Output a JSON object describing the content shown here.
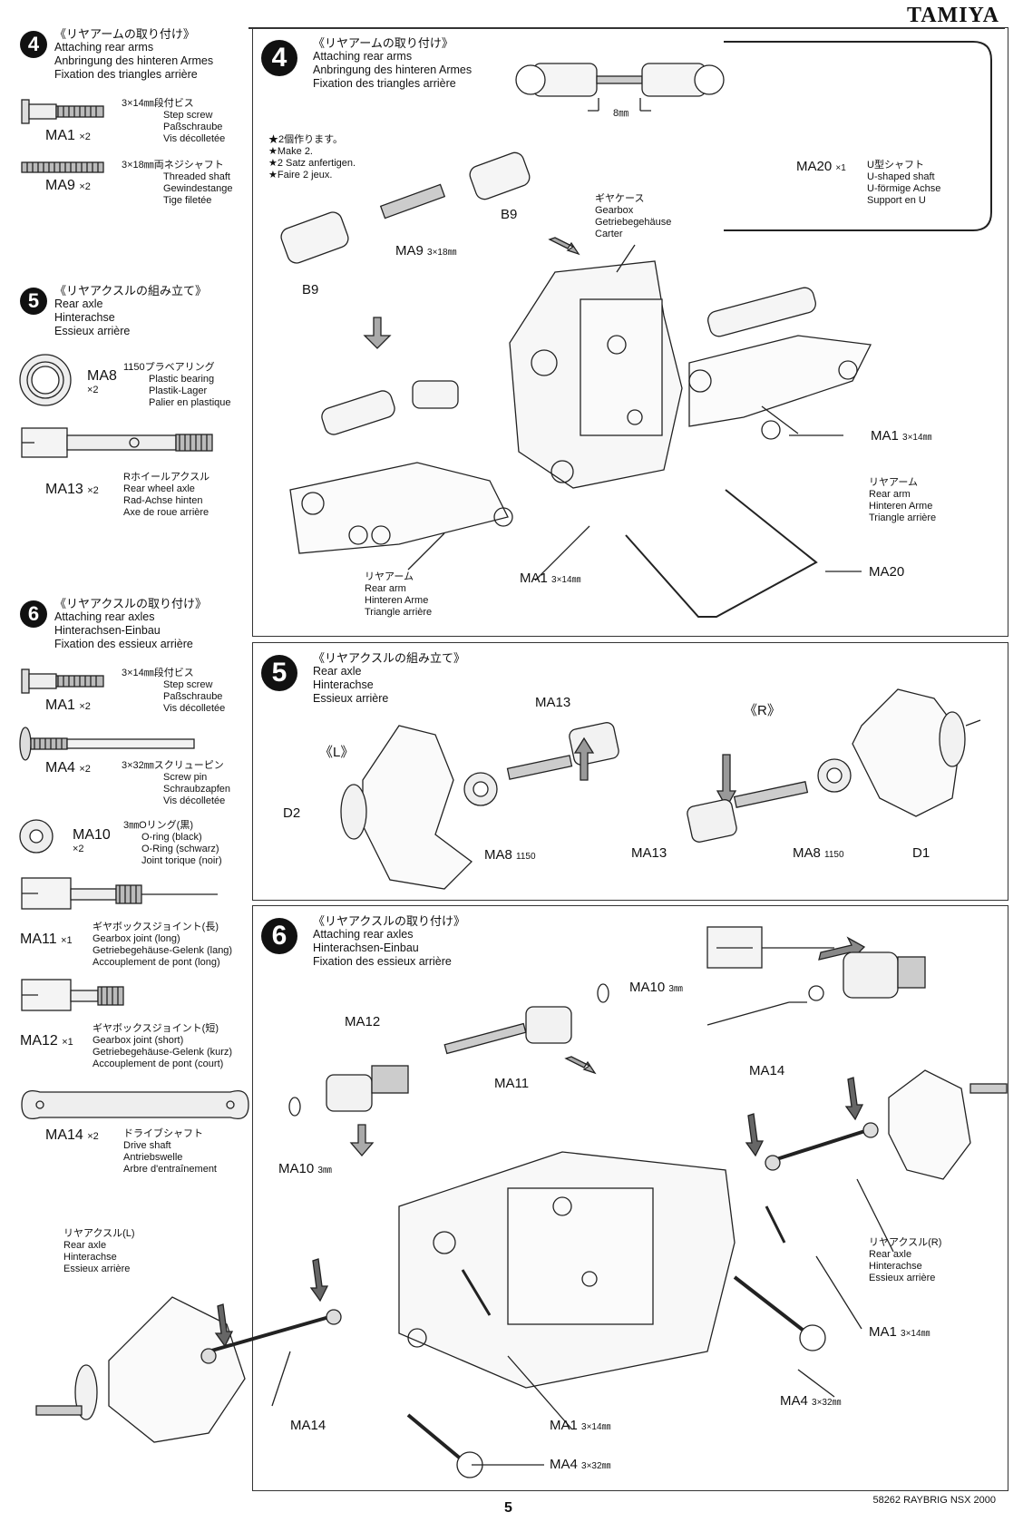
{
  "brand": "TAMIYA",
  "footer": {
    "page_number": "5",
    "model": "58262 RAYBRIG NSX 2000"
  },
  "sidebar": {
    "step4": {
      "number": "4",
      "title_jp": "《リヤアームの取り付け》",
      "title_en": "Attaching rear arms",
      "title_de": "Anbringung des hinteren Armes",
      "title_fr": "Fixation des triangles arrière",
      "parts": [
        {
          "code": "MA1",
          "qty": "×2",
          "jp": "3×14㎜段付ビス",
          "desc": [
            "Step screw",
            "Paßschraube",
            "Vis décolletée"
          ]
        },
        {
          "code": "MA9",
          "qty": "×2",
          "jp": "3×18㎜両ネジシャフト",
          "desc": [
            "Threaded shaft",
            "Gewindestange",
            "Tige filetée"
          ]
        }
      ]
    },
    "step5": {
      "number": "5",
      "title_jp": "《リヤアクスルの組み立て》",
      "title_en": "Rear axle",
      "title_de": "Hinterachse",
      "title_fr": "Essieux arrière",
      "parts": [
        {
          "code": "MA8",
          "qty": "×2",
          "jp": "1150プラベアリング",
          "desc": [
            "Plastic bearing",
            "Plastik-Lager",
            "Palier en plastique"
          ]
        },
        {
          "code": "MA13",
          "qty": "×2",
          "jp": "Rホイールアクスル",
          "desc": [
            "Rear wheel axle",
            "Rad-Achse hinten",
            "Axe de roue arrière"
          ]
        }
      ]
    },
    "step6": {
      "number": "6",
      "title_jp": "《リヤアクスルの取り付け》",
      "title_en": "Attaching rear axles",
      "title_de": "Hinterachsen-Einbau",
      "title_fr": "Fixation des essieux arrière",
      "parts": [
        {
          "code": "MA1",
          "qty": "×2",
          "jp": "3×14㎜段付ビス",
          "desc": [
            "Step screw",
            "Paßschraube",
            "Vis décolletée"
          ]
        },
        {
          "code": "MA4",
          "qty": "×2",
          "jp": "3×32㎜スクリューピン",
          "desc": [
            "Screw pin",
            "Schraubzapfen",
            "Vis décolletée"
          ]
        },
        {
          "code": "MA10",
          "qty": "×2",
          "jp": "3㎜Oリング(黒)",
          "desc": [
            "O-ring (black)",
            "O-Ring (schwarz)",
            "Joint torique (noir)"
          ]
        },
        {
          "code": "MA11",
          "qty": "×1",
          "jp": "ギヤボックスジョイント(長)",
          "desc": [
            "Gearbox joint (long)",
            "Getriebegehäuse-Gelenk (lang)",
            "Accouplement de pont (long)"
          ]
        },
        {
          "code": "MA12",
          "qty": "×1",
          "jp": "ギヤボックスジョイント(短)",
          "desc": [
            "Gearbox joint (short)",
            "Getriebegehäuse-Gelenk (kurz)",
            "Accouplement de pont (court)"
          ]
        },
        {
          "code": "MA14",
          "qty": "×2",
          "jp": "ドライブシャフト",
          "desc": [
            "Drive shaft",
            "Antriebswelle",
            "Arbre d'entraînement"
          ]
        }
      ],
      "rear_axle_l": [
        "リヤアクスル(L)",
        "Rear axle",
        "Hinterachse",
        "Essieux arrière"
      ]
    }
  },
  "panel4": {
    "number": "4",
    "title_jp": "《リヤアームの取り付け》",
    "title_en": "Attaching rear arms",
    "title_de": "Anbringung des hinteren Armes",
    "title_fr": "Fixation des triangles arrière",
    "note": [
      "★2個作ります。",
      "★Make 2.",
      "★2 Satz anfertigen.",
      "★Faire 2 jeux."
    ],
    "dim": "8㎜",
    "labels": {
      "b9_a": "B9",
      "b9_b": "B9",
      "ma9": "MA9",
      "ma9_size": "3×18㎜",
      "gearcase": [
        "ギヤケース",
        "Gearbox",
        "Getriebegehäuse",
        "Carter"
      ],
      "ma20_code": "MA20",
      "ma20_qty": "×1",
      "ma20_desc": [
        "U型シャフト",
        "U-shaped shaft",
        "U-förmige Achse",
        "Support en U"
      ],
      "ma1_a": "MA1",
      "ma1_a_size": "3×14㎜",
      "ma1_b": "MA1",
      "ma1_b_size": "3×14㎜",
      "rear_arm_r": [
        "リヤアーム",
        "Rear arm",
        "Hinteren Arme",
        "Triangle arrière"
      ],
      "rear_arm_l": [
        "リヤアーム",
        "Rear arm",
        "Hinteren Arme",
        "Triangle arrière"
      ],
      "ma20": "MA20"
    }
  },
  "panel5": {
    "number": "5",
    "title_jp": "《リヤアクスルの組み立て》",
    "title_en": "Rear axle",
    "title_de": "Hinterachse",
    "title_fr": "Essieux arrière",
    "labels": {
      "l": "《L》",
      "r": "《R》",
      "ma13_top": "MA13",
      "ma13_bottom": "MA13",
      "d2": "D2",
      "d1": "D1",
      "ma8_l": "MA8",
      "ma8_l_size": "1150",
      "ma8_r": "MA8",
      "ma8_r_size": "1150"
    }
  },
  "panel6": {
    "number": "6",
    "title_jp": "《リヤアクスルの取り付け》",
    "title_en": "Attaching rear axles",
    "title_de": "Hinterachsen-Einbau",
    "title_fr": "Fixation des essieux arrière",
    "labels": {
      "ma12": "MA12",
      "ma11": "MA11",
      "ma10_a": "MA10",
      "ma10_a_size": "3㎜",
      "ma10_b": "MA10",
      "ma10_b_size": "3㎜",
      "ma14_a": "MA14",
      "ma14_b": "MA14",
      "rear_axle_r": [
        "リヤアクスル(R)",
        "Rear axle",
        "Hinterachse",
        "Essieux arrière"
      ],
      "ma1_a": "MA1",
      "ma1_a_size": "3×14㎜",
      "ma1_b": "MA1",
      "ma1_b_size": "3×14㎜",
      "ma4_a": "MA4",
      "ma4_a_size": "3×32㎜",
      "ma4_b": "MA4",
      "ma4_b_size": "3×32㎜"
    }
  }
}
